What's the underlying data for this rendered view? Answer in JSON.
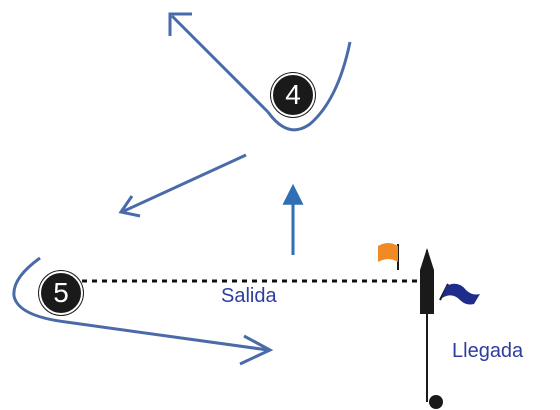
{
  "diagram": {
    "marks": {
      "mark_4": "4",
      "mark_5": "5"
    },
    "labels": {
      "start": "Salida",
      "finish": "Llegada"
    },
    "colors": {
      "route": "#4a6aa8",
      "wind_arrow": "#2f6fb5",
      "label_text": "#2e3d9e",
      "start_line": "#111111",
      "orange_flag": "#f08a24",
      "blue_flag": "#1e2d8c",
      "committee_boat": "#1a1a1a",
      "mark_fill": "#1a1a1a",
      "mark_text": "#ffffff"
    }
  }
}
